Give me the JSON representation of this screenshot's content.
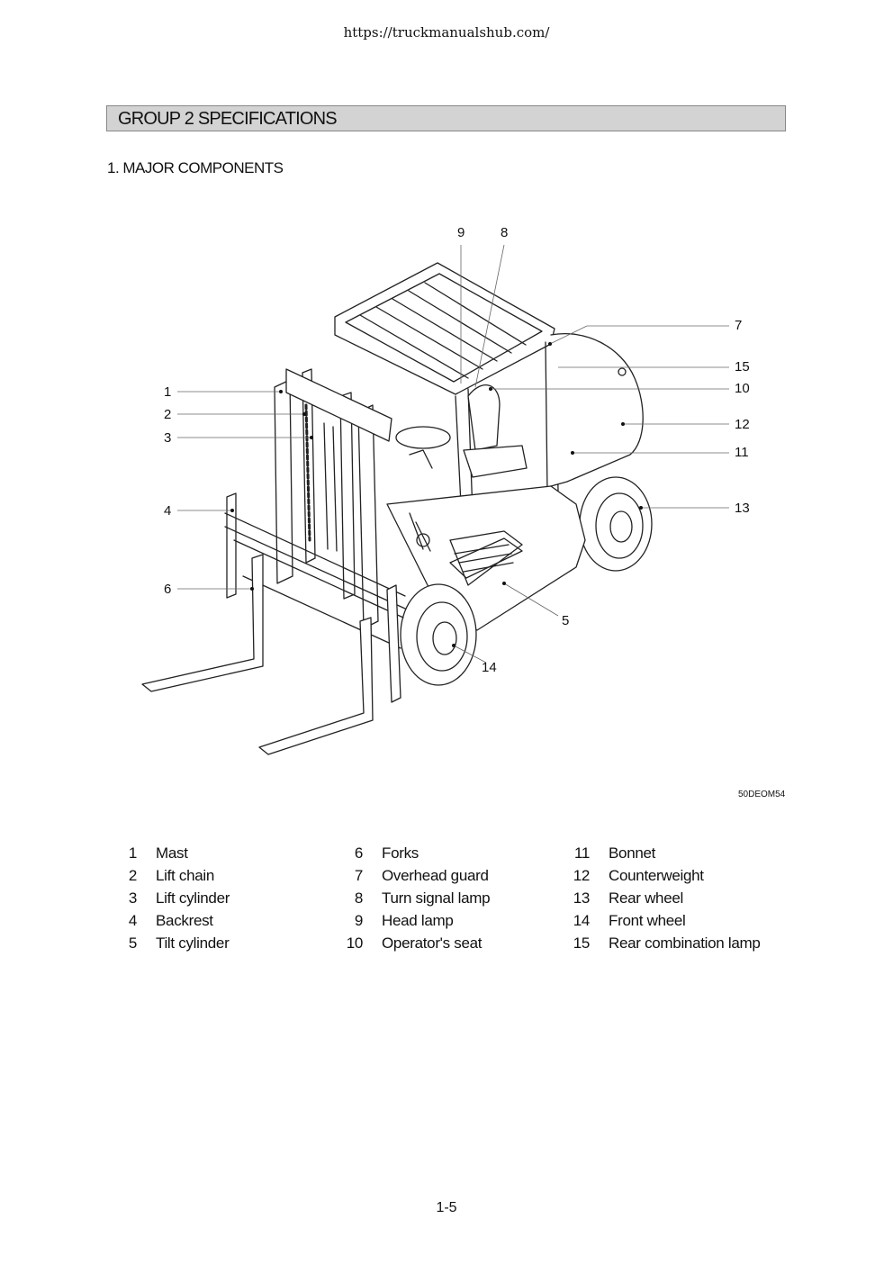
{
  "header": {
    "url": "https://truckmanualshub.com/"
  },
  "group_title": "GROUP 2  SPECIFICATIONS",
  "section_title": "1. MAJOR COMPONENTS",
  "figure": {
    "callouts": [
      "1",
      "2",
      "3",
      "4",
      "5",
      "6",
      "7",
      "8",
      "9",
      "10",
      "11",
      "12",
      "13",
      "14",
      "15"
    ],
    "code": "50DEOM54"
  },
  "legend": {
    "col1": [
      {
        "num": "1",
        "label": "Mast"
      },
      {
        "num": "2",
        "label": "Lift chain"
      },
      {
        "num": "3",
        "label": "Lift cylinder"
      },
      {
        "num": "4",
        "label": "Backrest"
      },
      {
        "num": "5",
        "label": "Tilt cylinder"
      }
    ],
    "col2": [
      {
        "num": "6",
        "label": "Forks"
      },
      {
        "num": "7",
        "label": "Overhead guard"
      },
      {
        "num": "8",
        "label": "Turn signal lamp"
      },
      {
        "num": "9",
        "label": "Head lamp"
      },
      {
        "num": "10",
        "label": "Operator's seat"
      }
    ],
    "col3": [
      {
        "num": "11",
        "label": "Bonnet"
      },
      {
        "num": "12",
        "label": "Counterweight"
      },
      {
        "num": "13",
        "label": "Rear wheel"
      },
      {
        "num": "14",
        "label": "Front wheel"
      },
      {
        "num": "15",
        "label": "Rear combination lamp"
      }
    ]
  },
  "footer": {
    "page": "1-5"
  }
}
